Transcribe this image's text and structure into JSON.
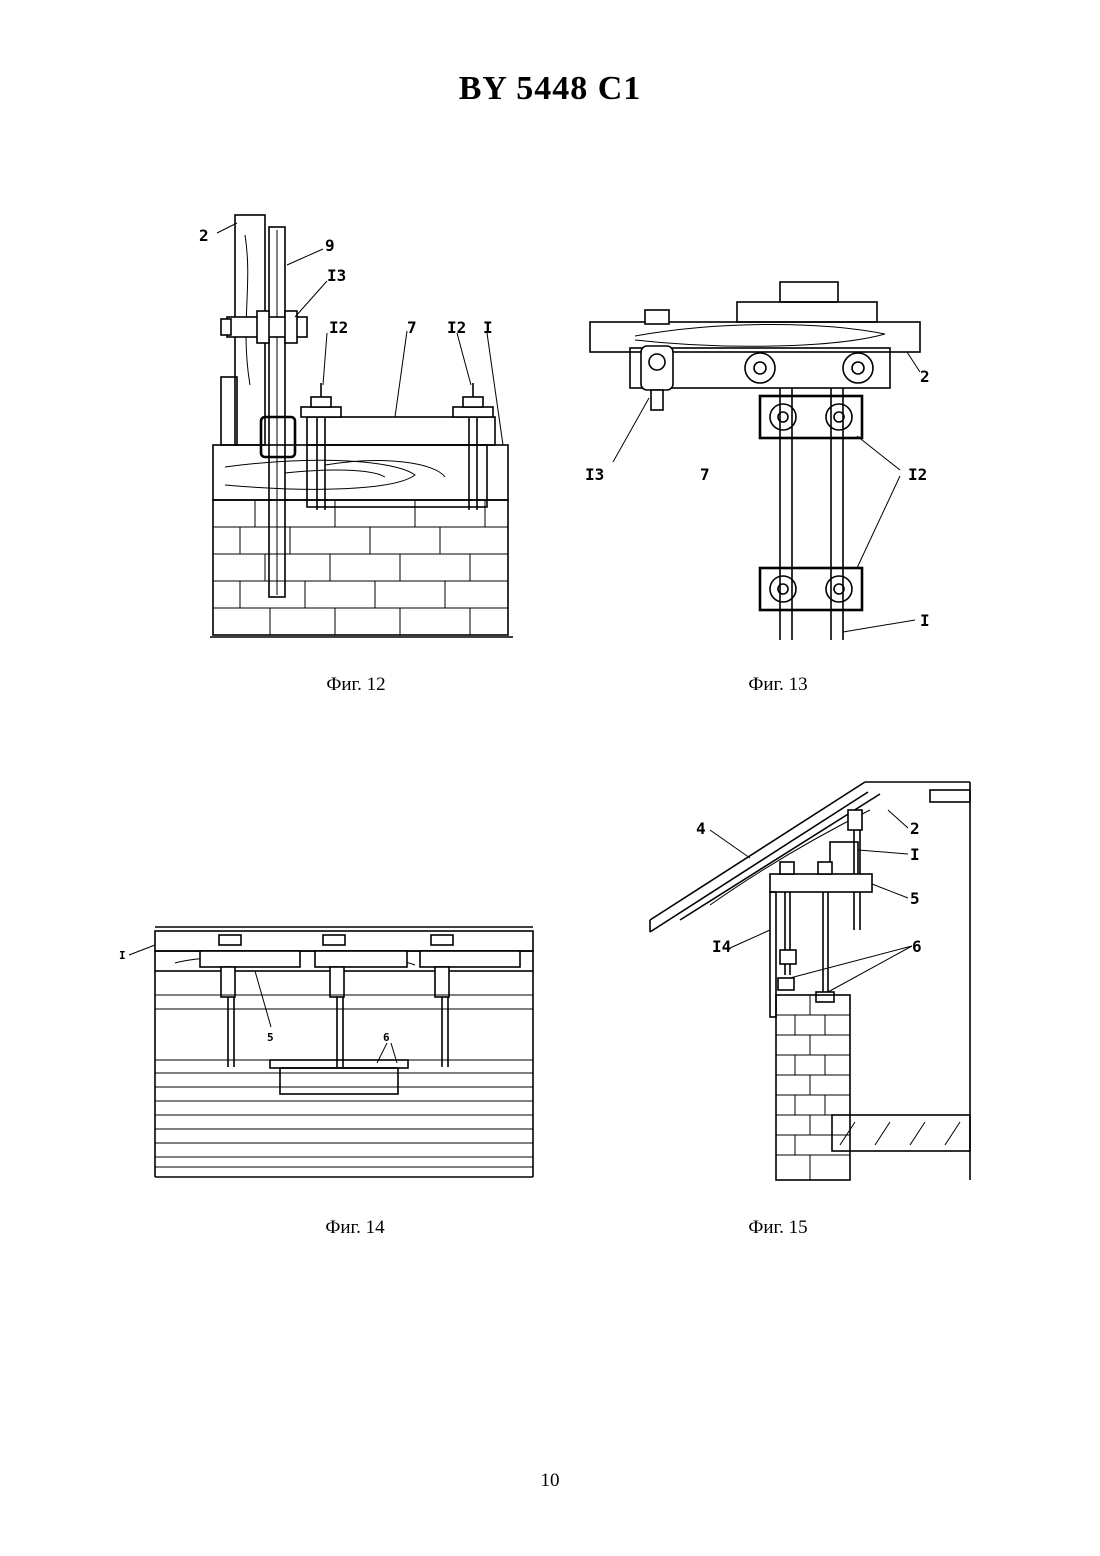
{
  "document": {
    "header": "BY 5448 C1",
    "page_number": "10"
  },
  "figures": [
    {
      "caption": "Фиг. 12",
      "labels": {
        "l2": "2",
        "l9": "9",
        "l13": "I3",
        "l12a": "I2",
        "l7": "7",
        "l12b": "I2",
        "l1": "I"
      }
    },
    {
      "caption": "Фиг. 13",
      "labels": {
        "l13": "I3",
        "l7": "7",
        "l2": "2",
        "l12": "I2",
        "l1": "I"
      }
    },
    {
      "caption": "Фиг. 14",
      "labels": {
        "l1": "I",
        "l5": "5",
        "l6": "6"
      }
    },
    {
      "caption": "Фиг. 15",
      "labels": {
        "l4": "4",
        "l2": "2",
        "l1": "I",
        "l5": "5",
        "l14": "I4",
        "l6": "6"
      }
    }
  ]
}
